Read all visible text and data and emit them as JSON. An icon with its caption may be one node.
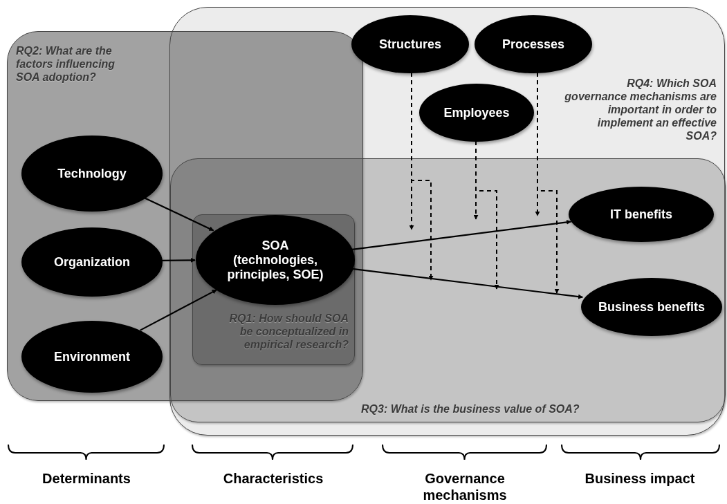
{
  "diagram": {
    "nodes": [
      {
        "text": [
          "RQ2: What are the factors influencing SOA adoption?"
        ]
      },
      {
        "text": [
          "RQ4: Which SOA governance mechanisms are important in order to implement an effective SOA?"
        ]
      },
      {
        "text": [
          "RQ3: What is the business value of SOA?"
        ],
        "in": 1
      },
      {
        "text": [
          "RQ1: How should SOA be conceptualized in empirical research?"
        ]
      },
      {
        "text": [
          "Technology"
        ],
        "in": 0
      },
      {
        "text": [
          "Organization"
        ],
        "in": 0
      },
      {
        "text": [
          "Environment"
        ],
        "in": 0
      },
      {
        "text": [
          "SOA (technologies, principles, SOE)"
        ],
        "in": 3
      },
      {
        "text": [
          "Structures"
        ],
        "in": 1
      },
      {
        "text": [
          "Processes"
        ],
        "in": 1
      },
      {
        "text": [
          "Employees"
        ],
        "in": 1
      },
      {
        "text": [
          "IT benefits"
        ],
        "in": 2
      },
      {
        "text": [
          "Business benefits"
        ],
        "in": 2
      }
    ],
    "edges": [
      {
        "from": 4,
        "to": 7,
        "arrow": "to"
      },
      {
        "from": 5,
        "to": 7,
        "arrow": "to"
      },
      {
        "from": 6,
        "to": 7,
        "arrow": "to"
      },
      {
        "from": 7,
        "to": 11,
        "arrow": "to"
      },
      {
        "from": 7,
        "to": 12,
        "arrow": "to"
      },
      {
        "from": 8,
        "to": null,
        "arrow": "to",
        "style": "dashed"
      },
      {
        "from": 8,
        "to": null,
        "arrow": "to",
        "style": "dashed"
      },
      {
        "from": 10,
        "to": null,
        "arrow": "to",
        "style": "dashed"
      },
      {
        "from": 10,
        "to": null,
        "arrow": "to",
        "style": "dashed"
      },
      {
        "from": 9,
        "to": null,
        "arrow": "to",
        "style": "dashed"
      },
      {
        "from": 9,
        "to": null,
        "arrow": "to",
        "style": "dashed"
      }
    ],
    "labels": [
      "Determinants",
      "Characteristics",
      "Governance mechanisms",
      "Business impact"
    ]
  }
}
